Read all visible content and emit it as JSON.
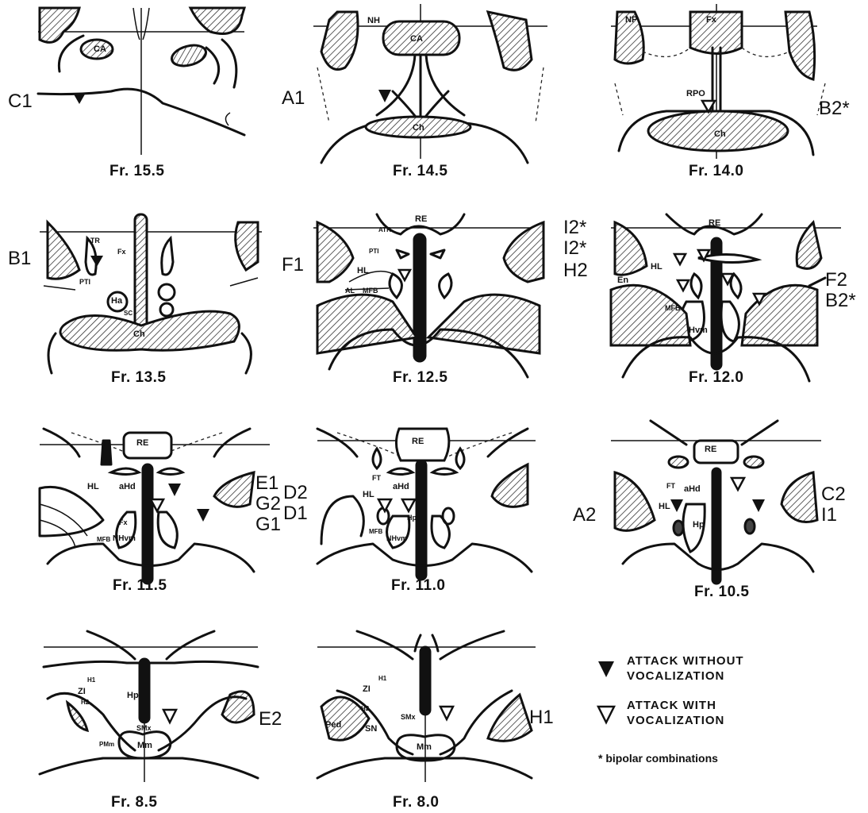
{
  "panels": [
    {
      "frame": "Fr. 15.5",
      "left_labels": [
        "C1"
      ],
      "right_labels": [],
      "structures": [
        "CA"
      ]
    },
    {
      "frame": "Fr. 14.5",
      "left_labels": [
        "A1"
      ],
      "right_labels": [],
      "structures": [
        "NH",
        "CA",
        "Ch"
      ]
    },
    {
      "frame": "Fr. 14.0",
      "left_labels": [],
      "right_labels": [
        "B2*"
      ],
      "structures": [
        "NP",
        "Fx",
        "RPO",
        "Ch"
      ]
    },
    {
      "frame": "Fr. 13.5",
      "left_labels": [
        "B1"
      ],
      "right_labels": [],
      "structures": [
        "ATR",
        "Fx",
        "PTI",
        "Ha",
        "Ch",
        "SC"
      ]
    },
    {
      "frame": "Fr. 12.5",
      "left_labels": [
        "F1"
      ],
      "right_labels": [],
      "structures": [
        "RE",
        "ATR",
        "PTI",
        "HL",
        "AL",
        "MFB"
      ]
    },
    {
      "frame": "Fr. 12.0",
      "left_labels": [
        "I2*",
        "I2*",
        "H2"
      ],
      "right_labels": [
        "F2",
        "B2*"
      ],
      "structures": [
        "RE",
        "HL",
        "En",
        "MFB",
        "Hvm"
      ]
    },
    {
      "frame": "Fr. 11.5",
      "left_labels": [],
      "right_labels": [
        "E1",
        "G2",
        "G1"
      ],
      "structures": [
        "RE",
        "HL",
        "aHd",
        "Fx",
        "MFB",
        "NHvm"
      ]
    },
    {
      "frame": "Fr. 11.0",
      "left_labels": [
        "D2",
        "D1"
      ],
      "right_labels": [],
      "structures": [
        "RE",
        "FT",
        "aHd",
        "HL",
        "Hp",
        "MFB",
        "NHvm"
      ]
    },
    {
      "frame": "Fr. 10.5",
      "left_labels": [
        "A2"
      ],
      "right_labels": [
        "C2",
        "I1"
      ],
      "structures": [
        "RE",
        "FT",
        "aHd",
        "HL",
        "Hp"
      ]
    },
    {
      "frame": "Fr. 8.5",
      "left_labels": [],
      "right_labels": [
        "E2"
      ],
      "structures": [
        "H1",
        "ZI",
        "H2",
        "Hp",
        "SMx",
        "PMm",
        "Mm"
      ]
    },
    {
      "frame": "Fr. 8.0",
      "left_labels": [],
      "right_labels": [
        "H1"
      ],
      "structures": [
        "H1",
        "ZI",
        "H2",
        "Ped",
        "SN",
        "SMx",
        "Mm"
      ]
    }
  ],
  "legend": {
    "filled": "ATTACK WITHOUT VOCALIZATION",
    "filled_line1": "ATTACK WITHOUT",
    "filled_line2": "VOCALIZATION",
    "open_line1": "ATTACK WITH",
    "open_line2": "VOCALIZATION",
    "note": "* bipolar combinations"
  }
}
